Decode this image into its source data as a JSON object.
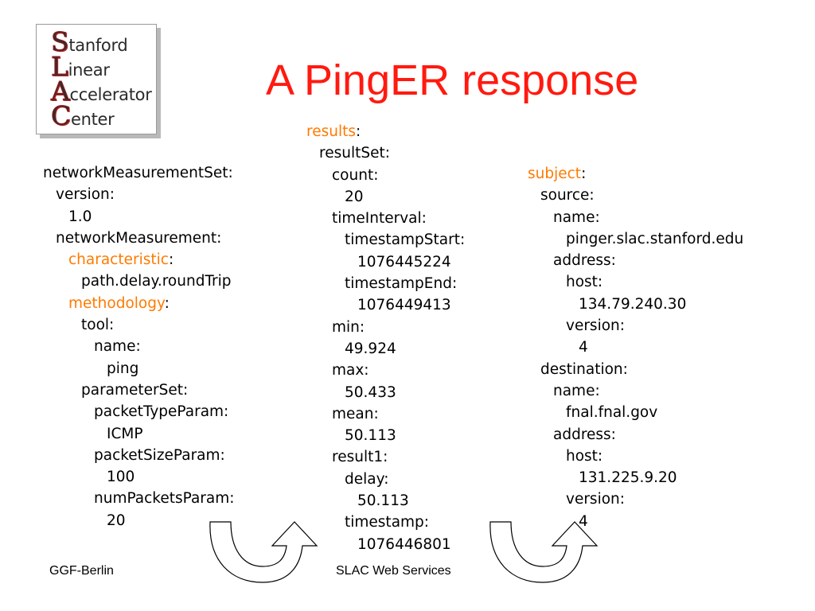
{
  "logo": {
    "lines": [
      {
        "cap": "S",
        "rest": "tanford"
      },
      {
        "cap": "L",
        "rest": "inear"
      },
      {
        "cap": "A",
        "rest": "ccelerator"
      },
      {
        "cap": "C",
        "rest": "enter"
      }
    ]
  },
  "title": "A PingER response",
  "left_block": [
    {
      "indent": 0,
      "text": "networkMeasurementSet:"
    },
    {
      "indent": 1,
      "text": "version:"
    },
    {
      "indent": 2,
      "text": "1.0"
    },
    {
      "indent": 1,
      "text": "networkMeasurement:"
    },
    {
      "indent": 2,
      "key": "characteristic",
      "text": ":"
    },
    {
      "indent": 3,
      "text": "path.delay.roundTrip"
    },
    {
      "indent": 2,
      "key": "methodology",
      "text": ":"
    },
    {
      "indent": 3,
      "text": "tool:"
    },
    {
      "indent": 4,
      "text": "name:"
    },
    {
      "indent": 5,
      "text": "ping"
    },
    {
      "indent": 3,
      "text": "parameterSet:"
    },
    {
      "indent": 4,
      "text": "packetTypeParam:"
    },
    {
      "indent": 5,
      "text": "ICMP"
    },
    {
      "indent": 4,
      "text": "packetSizeParam:"
    },
    {
      "indent": 5,
      "text": "100"
    },
    {
      "indent": 4,
      "text": "numPacketsParam:"
    },
    {
      "indent": 5,
      "text": "20"
    }
  ],
  "middle_block": [
    {
      "indent": 0,
      "key": "results",
      "text": ":"
    },
    {
      "indent": 1,
      "text": "resultSet:"
    },
    {
      "indent": 2,
      "text": "count:"
    },
    {
      "indent": 3,
      "text": "20"
    },
    {
      "indent": 2,
      "text": "timeInterval:"
    },
    {
      "indent": 3,
      "text": "timestampStart:"
    },
    {
      "indent": 4,
      "text": "1076445224"
    },
    {
      "indent": 3,
      "text": "timestampEnd:"
    },
    {
      "indent": 4,
      "text": "1076449413"
    },
    {
      "indent": 2,
      "text": "min:"
    },
    {
      "indent": 3,
      "text": "49.924"
    },
    {
      "indent": 2,
      "text": "max:"
    },
    {
      "indent": 3,
      "text": "50.433"
    },
    {
      "indent": 2,
      "text": "mean:"
    },
    {
      "indent": 3,
      "text": "50.113"
    },
    {
      "indent": 2,
      "text": "result1:"
    },
    {
      "indent": 3,
      "text": "delay:"
    },
    {
      "indent": 4,
      "text": "50.113"
    },
    {
      "indent": 3,
      "text": "timestamp:"
    },
    {
      "indent": 4,
      "text": "1076446801"
    }
  ],
  "right_block": [
    {
      "indent": 0,
      "key": "subject",
      "text": ":"
    },
    {
      "indent": 1,
      "text": "source:"
    },
    {
      "indent": 2,
      "text": "name:"
    },
    {
      "indent": 3,
      "text": "pinger.slac.stanford.edu"
    },
    {
      "indent": 2,
      "text": "address:"
    },
    {
      "indent": 3,
      "text": "host:"
    },
    {
      "indent": 4,
      "text": "134.79.240.30"
    },
    {
      "indent": 3,
      "text": "version:"
    },
    {
      "indent": 4,
      "text": "4"
    },
    {
      "indent": 1,
      "text": "destination:"
    },
    {
      "indent": 2,
      "text": "name:"
    },
    {
      "indent": 3,
      "text": "fnal.fnal.gov"
    },
    {
      "indent": 2,
      "text": "address:"
    },
    {
      "indent": 3,
      "text": "host:"
    },
    {
      "indent": 4,
      "text": "131.225.9.20"
    },
    {
      "indent": 3,
      "text": "version:"
    },
    {
      "indent": 4,
      "text": "4"
    }
  ],
  "footer": {
    "left": "GGF-Berlin",
    "center": "SLAC Web Services"
  },
  "colors": {
    "title": "#ff1a10",
    "highlight_key": "#ff7a00"
  },
  "icons": [
    "curved-arrow-icon",
    "curved-arrow-icon"
  ]
}
